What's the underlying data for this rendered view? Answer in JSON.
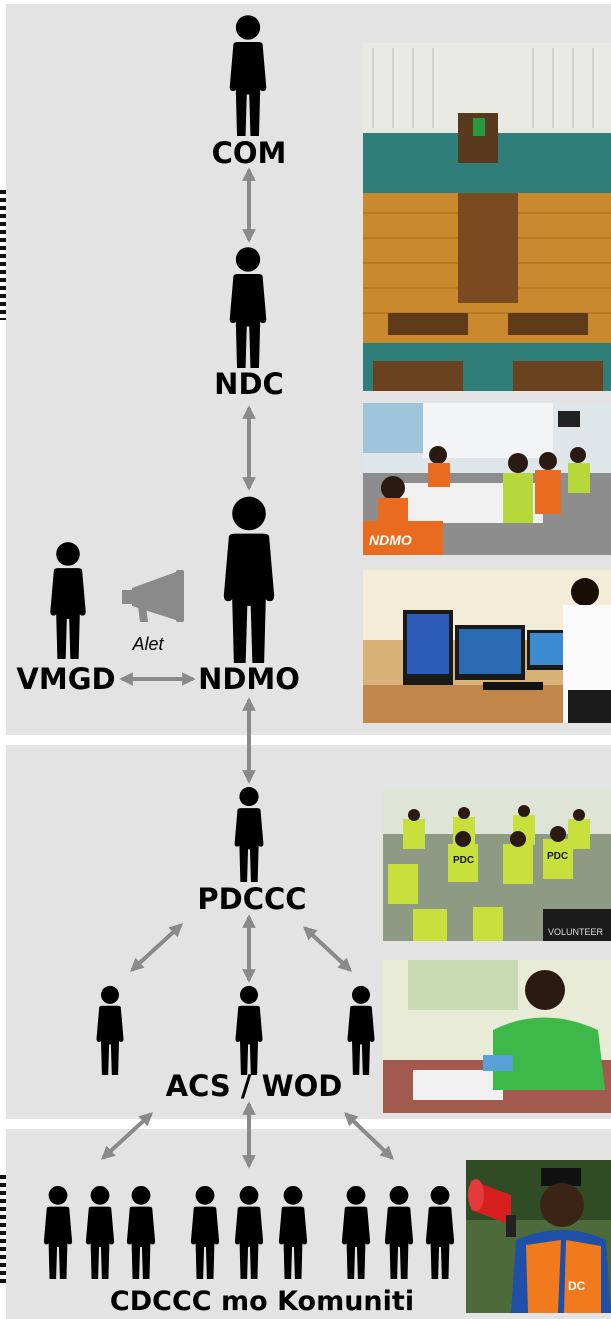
{
  "labels": {
    "com": "COM",
    "ndc": "NDC",
    "ndmo": "NDMO",
    "vmgd": "VMGD",
    "alet": "Alet",
    "pdccc": "PDCCC",
    "acs_wod": "ACS / WOD",
    "cdccc": "CDCCC mo Komuniti"
  },
  "photos": {
    "photo1": "council-chamber-photo",
    "photo2": "operations-room-photo",
    "photo3": "weather-monitoring-photo",
    "photo4": "pdc-meeting-photo",
    "photo5": "officer-at-desk-photo",
    "photo6": "megaphone-volunteer-photo"
  },
  "photo_text": {
    "ndmo_vest": "NDMO",
    "pdc_vest": "PDC",
    "volunteer": "VOLUNTEER",
    "dc_vest": "DC"
  },
  "colors": {
    "panel": "#e3e3e3",
    "arrow": "#8a8a8a",
    "figure": "#000000"
  }
}
